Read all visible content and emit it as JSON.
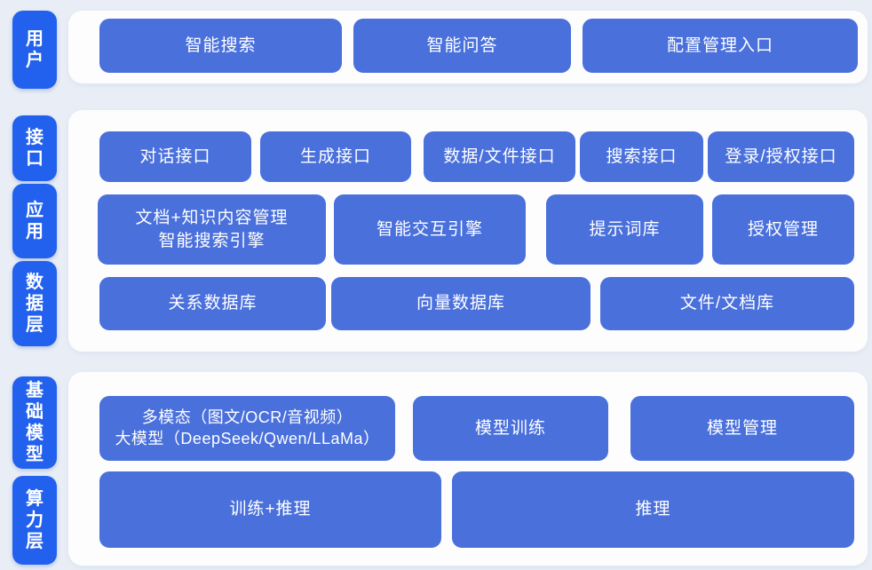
{
  "colors": {
    "page_bg": "#e9eef6",
    "panel_bg": "#fdfdfe",
    "pill_blue": "#2261ee",
    "node_blue": "#4a70dc",
    "text_white": "#ffffff"
  },
  "diagram": {
    "layers": {
      "user": {
        "label": "用户",
        "nodes": [
          "智能搜索",
          "智能问答",
          "配置管理入口"
        ]
      },
      "interface": {
        "label": "接口",
        "nodes": [
          "对话接口",
          "生成接口",
          "数据/文件接口",
          "搜索接口",
          "登录/授权接口"
        ]
      },
      "application": {
        "label": "应用",
        "nodes": [
          {
            "line1": "文档+知识内容管理",
            "line2": "智能搜索引擎"
          },
          "智能交互引擎",
          "提示词库",
          "授权管理"
        ]
      },
      "data_layer": {
        "label": "数据层",
        "nodes": [
          "关系数据库",
          "向量数据库",
          "文件/文档库"
        ]
      },
      "foundation_model": {
        "label": "基础模型",
        "nodes": [
          {
            "line1": "多模态（图文/OCR/音视频）",
            "line2": "大模型（DeepSeek/Qwen/LLaMa）"
          },
          "模型训练",
          "模型管理"
        ]
      },
      "compute": {
        "label": "算力层",
        "nodes": [
          "训练+推理",
          "推理"
        ]
      }
    }
  }
}
